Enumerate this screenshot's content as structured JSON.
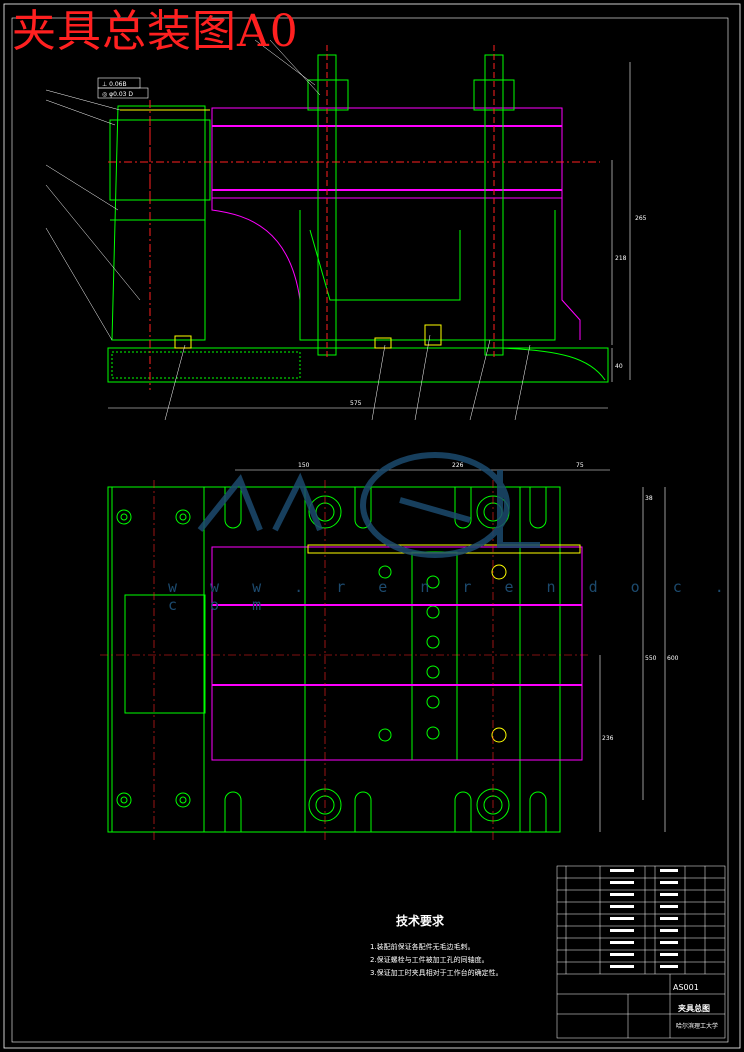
{
  "header": {
    "title": "夹具总装图A0"
  },
  "dimensions": {
    "front_width": "575",
    "top_d1": "150",
    "top_d2": "226",
    "top_d3": "75",
    "right_h1": "38",
    "right_h2": "550",
    "right_h3": "600",
    "right_h4": "236",
    "front_h1": "265",
    "front_h2": "218",
    "front_h3": "40"
  },
  "tolerance": {
    "box1": "⊥ 0.06B",
    "box2": "◎ φ0.03 D"
  },
  "watermark": {
    "text": "w w w . r e n r e n d o c . c o m"
  },
  "tech_requirements": {
    "heading": "技术要求",
    "items": [
      "1.装配前保证各配件无毛边毛刺。",
      "2.保证螺栓与工件被加工孔的同轴度。",
      "3.保证加工时夹具相对于工作台的确定性。"
    ]
  },
  "title_block": {
    "drawing_no": "AS001",
    "drawing_name": "夹具总图",
    "school": "哈尔滨理工大学"
  },
  "colors": {
    "background": "#000000",
    "outline": "#00ff00",
    "magenta": "#ff00ff",
    "red": "#ff2020",
    "yellow": "#ffff00",
    "white": "#ffffff"
  }
}
